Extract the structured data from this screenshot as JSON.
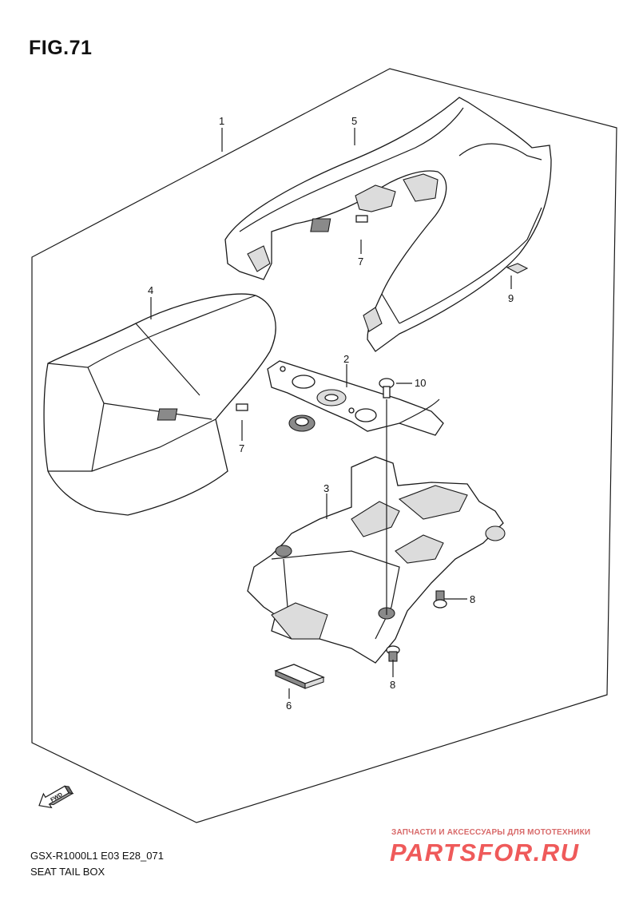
{
  "figure": {
    "title": "FIG.71"
  },
  "callouts": {
    "c1": "1",
    "c2": "2",
    "c3": "3",
    "c4": "4",
    "c5": "5",
    "c6": "6",
    "c7a": "7",
    "c7b": "7",
    "c8a": "8",
    "c8b": "8",
    "c9": "9",
    "c10": "10"
  },
  "fwd_arrow": {
    "label": "FWD",
    "icon": "fwd-arrow-icon"
  },
  "footer": {
    "model_code": "GSX-R1000L1 E03 E28_071",
    "part_name": "SEAT TAIL BOX"
  },
  "watermark": {
    "subtitle": "ЗАПЧАСТИ И АКСЕССУАРЫ ДЛЯ МОТОТЕХНИКИ",
    "logo": "PARTSFOR.RU",
    "color": "#ef5a5a"
  }
}
